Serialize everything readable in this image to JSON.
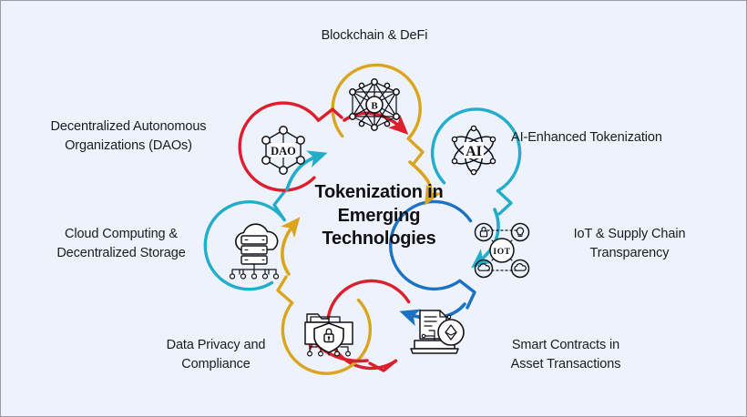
{
  "diagram": {
    "title": "Tokenization in\nEmerging\nTechnologies",
    "background_color": "#eef2fc",
    "border_color": "#9a9aa2",
    "text_color": "#1b1b22",
    "type": "circular-cycle",
    "node_count": 7,
    "palette": {
      "gold": "#d9a51f",
      "cyan": "#22aecb",
      "blue": "#1b71c4",
      "red": "#dd1f2d",
      "ink": "#111118"
    },
    "nodes": [
      {
        "id": "blockchain-defi",
        "label": "Blockchain & DeFi",
        "icon": "blockchain-network-icon",
        "ring_color": "#d9a51f",
        "position": "top"
      },
      {
        "id": "ai-tokenization",
        "label": "AI-Enhanced Tokenization",
        "icon": "ai-atom-icon",
        "ring_color": "#22aecb",
        "position": "top-right"
      },
      {
        "id": "iot-supply-chain",
        "label": "IoT & Supply Chain\nTransparency",
        "icon": "iot-hub-icon",
        "ring_color": "#1b71c4",
        "position": "right"
      },
      {
        "id": "smart-contracts",
        "label": "Smart Contracts in\nAsset Transactions",
        "icon": "smart-contract-laptop-icon",
        "ring_color": "#dd1f2d",
        "position": "bottom-right"
      },
      {
        "id": "data-privacy",
        "label": "Data Privacy and\nCompliance",
        "icon": "folder-shield-lock-icon",
        "ring_color": "#d9a51f",
        "position": "bottom-left"
      },
      {
        "id": "cloud-storage",
        "label": "Cloud Computing &\nDecentralized Storage",
        "icon": "cloud-server-icon",
        "ring_color": "#22aecb",
        "position": "left"
      },
      {
        "id": "daos",
        "label": "Decentralized Autonomous\nOrganizations (DAOs)",
        "icon": "dao-hexagon-network-icon",
        "ring_color": "#dd1f2d",
        "position": "top-left"
      }
    ],
    "icon_glyph_text": {
      "bitcoin": "Ƀ",
      "ai": "AI",
      "iot": "IOT",
      "dao": "DAO"
    }
  }
}
